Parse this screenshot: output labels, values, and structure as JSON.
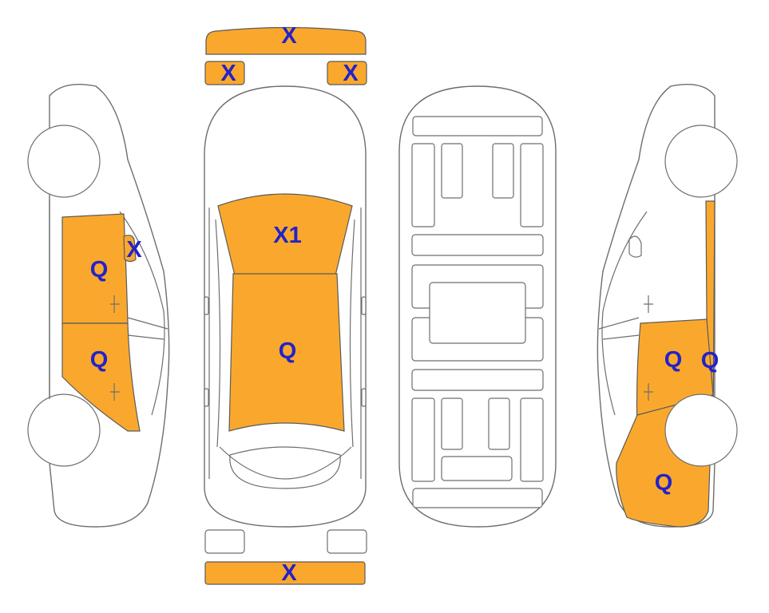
{
  "colors": {
    "damage": "#FAA82D",
    "label": "#2323C8"
  },
  "labels": {
    "bumper_front": "X",
    "fender_front_left": "X",
    "fender_front_right": "X",
    "windshield": "X1",
    "roof": "Q",
    "bumper_rear": "X",
    "left_front_door": "Q",
    "left_rear_door": "Q",
    "left_mirror": "X",
    "right_rear_door": "Q",
    "right_rear_quarter": "Q",
    "right_pillar": "Q"
  }
}
